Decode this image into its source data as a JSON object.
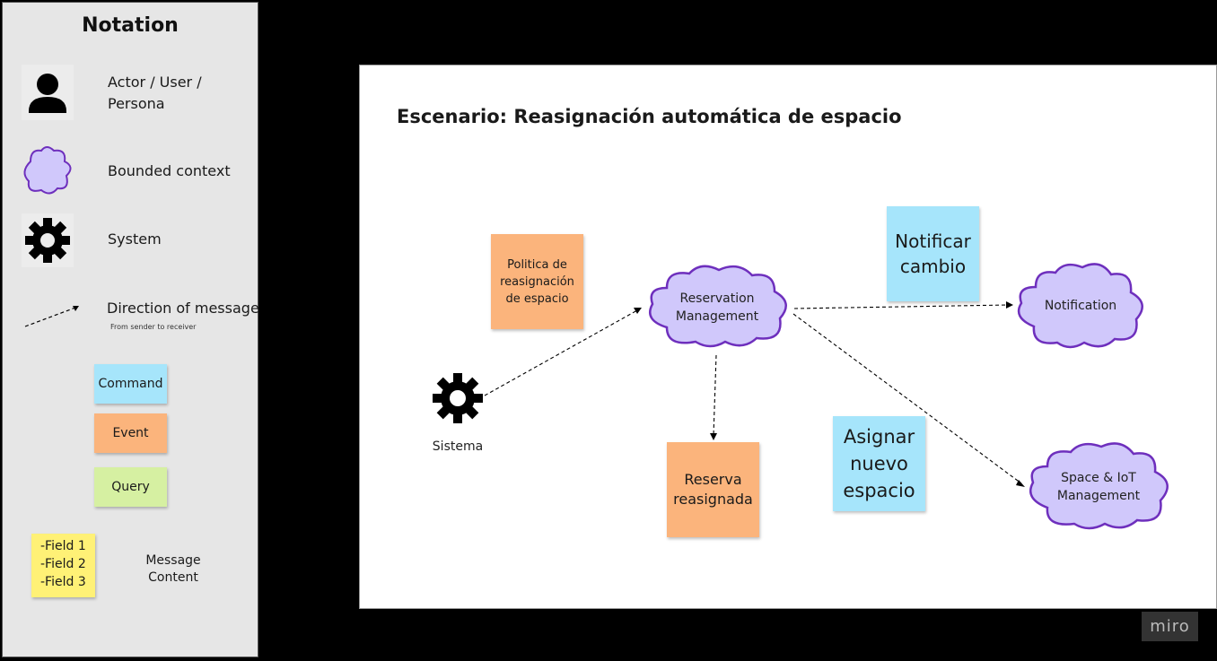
{
  "notation": {
    "title": "Notation",
    "actor_label_line1": "Actor / User /",
    "actor_label_line2": "Persona",
    "bounded_context_label": "Bounded context",
    "system_label": "System",
    "direction_label": "Direction of message",
    "direction_sub": "From sender to receiver",
    "command_label": "Command",
    "event_label": "Event",
    "query_label": "Query",
    "fields": [
      "-Field 1",
      "-Field 2",
      "-Field 3"
    ],
    "message_content_line1": "Message",
    "message_content_line2": "Content"
  },
  "board": {
    "title": "Escenario: Reasignación automática de espacio",
    "system_name": "Sistema",
    "policy_line1": "Politica de",
    "policy_line2": "reasignación",
    "policy_line3": "de espacio",
    "reservation_line1": "Reservation",
    "reservation_line2": "Management",
    "notification": "Notification",
    "space_line1": "Space & IoT",
    "space_line2": "Management",
    "notify_line1": "Notificar",
    "notify_line2": "cambio",
    "event_line1": "Reserva",
    "event_line2": "reasignada",
    "assign_line1": "Asignar",
    "assign_line2": "nuevo",
    "assign_line3": "espacio"
  },
  "colors": {
    "command": "#a6e5fb",
    "event": "#fbb47c",
    "query": "#d6f0a2",
    "message": "#fff176",
    "cloud_fill": "#d0c8fb",
    "cloud_stroke": "#6e2fbd"
  },
  "watermark": "miro"
}
